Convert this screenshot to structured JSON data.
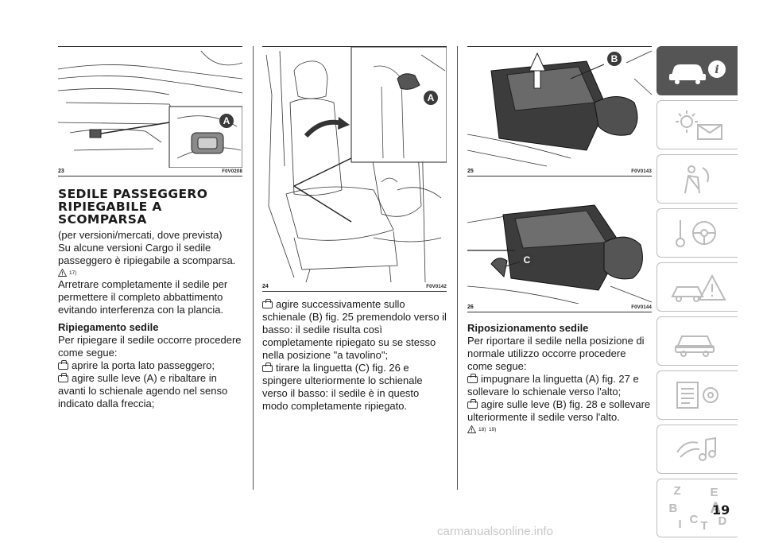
{
  "figures": {
    "f23": {
      "num": "23",
      "code": "F0V0208",
      "callouts": [
        "A"
      ]
    },
    "f24": {
      "num": "24",
      "code": "F0V0142",
      "callouts": [
        "A"
      ]
    },
    "f25": {
      "num": "25",
      "code": "F0V0143",
      "callouts": [
        "B"
      ]
    },
    "f26": {
      "num": "26",
      "code": "F0V0144",
      "callouts": [
        "C"
      ]
    }
  },
  "col1": {
    "heading_lines": [
      "SEDILE PASSEGGERO",
      "RIPIEGABILE A",
      "SCOMPARSA"
    ],
    "p1": "(per versioni/mercati, dove prevista)",
    "p2": "Su alcune versioni Cargo il sedile passeggero è ripiegabile a scomparsa.",
    "warn1": "17)",
    "p3": "Arretrare completamente il sedile per permettere il completo abbattimento evitando interferenza con la plancia.",
    "subheading": "Ripiegamento sedile",
    "p4": "Per ripiegare il sedile occorre procedere come segue:",
    "b1": "aprire la porta lato passeggero;",
    "b2": "agire sulle leve (A) e ribaltare in avanti lo schienale agendo nel senso indicato dalla freccia;"
  },
  "col2": {
    "b1": "agire successivamente sullo schienale (B) fig. 25 premendolo verso il basso: il sedile risulta così completamente ripiegato su se stesso nella posizione \"a tavolino\";",
    "b2": "tirare la linguetta (C) fig. 26 e spingere ulteriormente lo schienale verso il basso: il sedile è in questo modo completamente ripiegato."
  },
  "col3": {
    "subheading": "Riposizionamento sedile",
    "p1": "Per riportare il sedile nella posizione di normale utilizzo occorre procedere come segue:",
    "b1": "impugnare la linguetta (A) fig. 27 e sollevare lo schienale verso l'alto;",
    "b2": "agire sulle leve (B) fig. 28 e sollevare ulteriormente il sedile verso l'alto.",
    "warn": "18)  19)"
  },
  "sidebar": {
    "tabs": [
      {
        "icon": "car-info-icon",
        "active": true
      },
      {
        "icon": "warning-lights-icon",
        "active": false
      },
      {
        "icon": "airbag-seatbelt-icon",
        "active": false
      },
      {
        "icon": "key-steering-wheel-icon",
        "active": false
      },
      {
        "icon": "emergency-triangle-icon",
        "active": false
      },
      {
        "icon": "car-maintenance-icon",
        "active": false
      },
      {
        "icon": "technical-data-icon",
        "active": false
      },
      {
        "icon": "multimedia-icon",
        "active": false
      },
      {
        "icon": "alphabetical-index-icon",
        "active": false
      }
    ],
    "index_letters": [
      "Z",
      "E",
      "B",
      "A",
      "I",
      "C",
      "T",
      "D"
    ]
  },
  "page_number": "19",
  "watermark": "carmanualsonline.info",
  "colors": {
    "accent_sidebar": "#555555",
    "callout": "#3a3a3a"
  }
}
